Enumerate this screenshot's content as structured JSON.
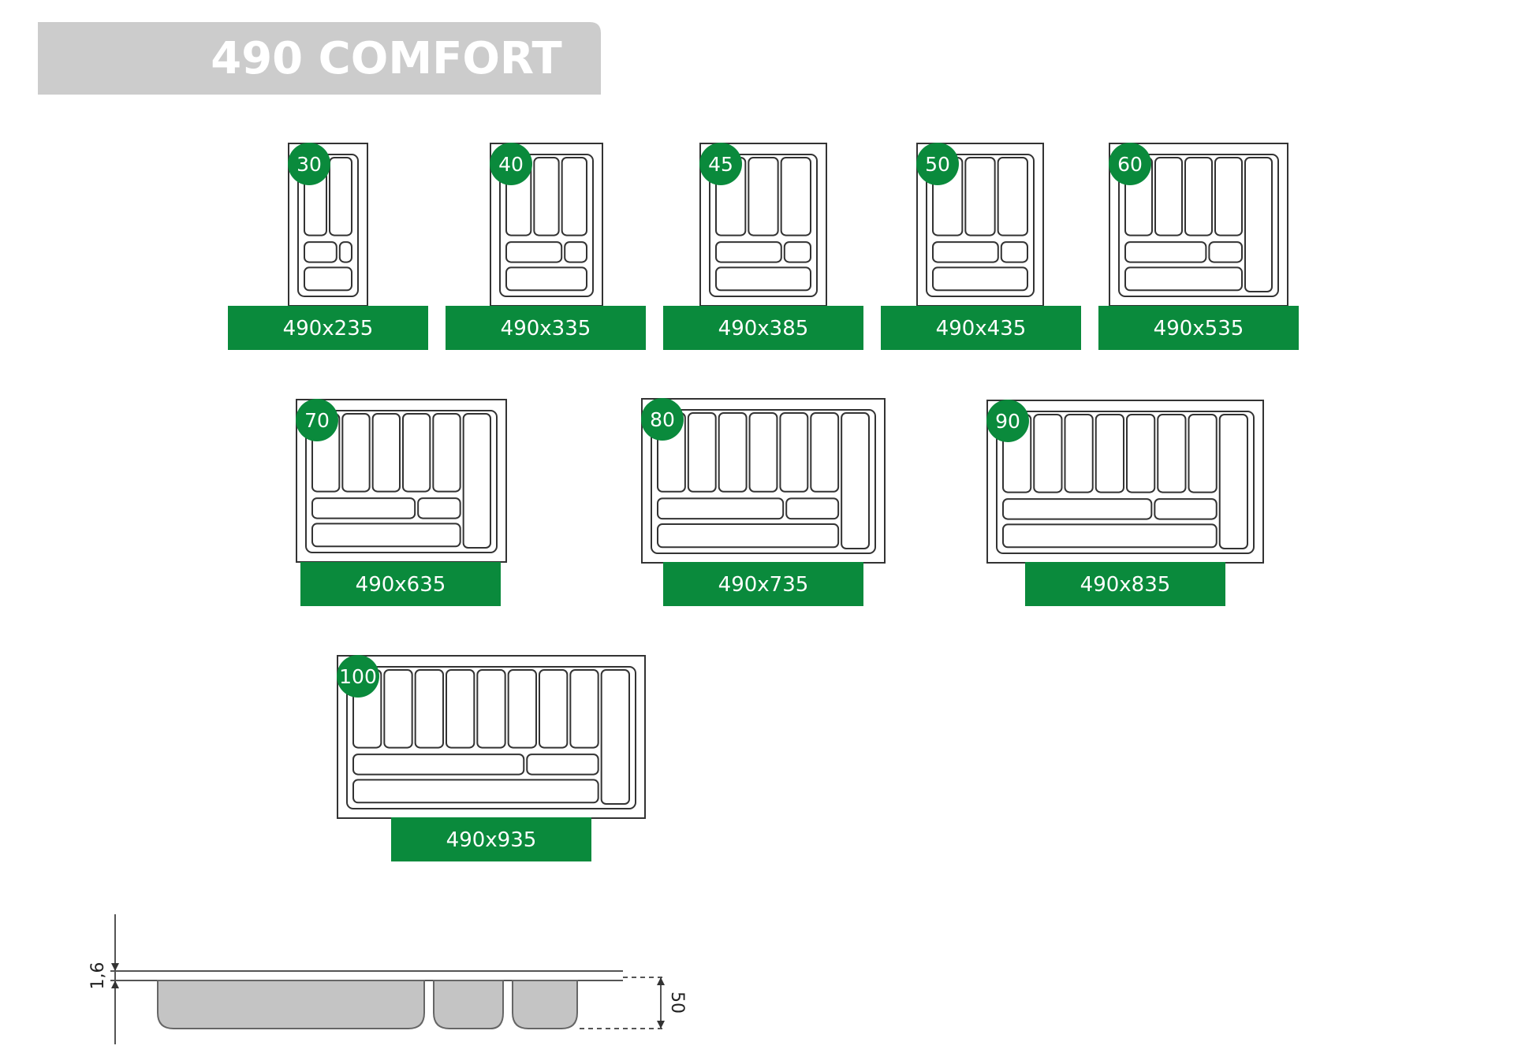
{
  "title": "490 COMFORT",
  "colors": {
    "banner": "#cccccc",
    "accent_green": "#0a8a3c",
    "outline": "#333333",
    "tray_fill": "#c4c4c4"
  },
  "trays": [
    {
      "badge": "30",
      "size": "490x235"
    },
    {
      "badge": "40",
      "size": "490x335"
    },
    {
      "badge": "45",
      "size": "490x385"
    },
    {
      "badge": "50",
      "size": "490x435"
    },
    {
      "badge": "60",
      "size": "490x535"
    },
    {
      "badge": "70",
      "size": "490x635"
    },
    {
      "badge": "80",
      "size": "490x735"
    },
    {
      "badge": "90",
      "size": "490x835"
    },
    {
      "badge": "100",
      "size": "490x935"
    }
  ],
  "profile": {
    "rim_label": "1,6",
    "depth_label": "50"
  }
}
